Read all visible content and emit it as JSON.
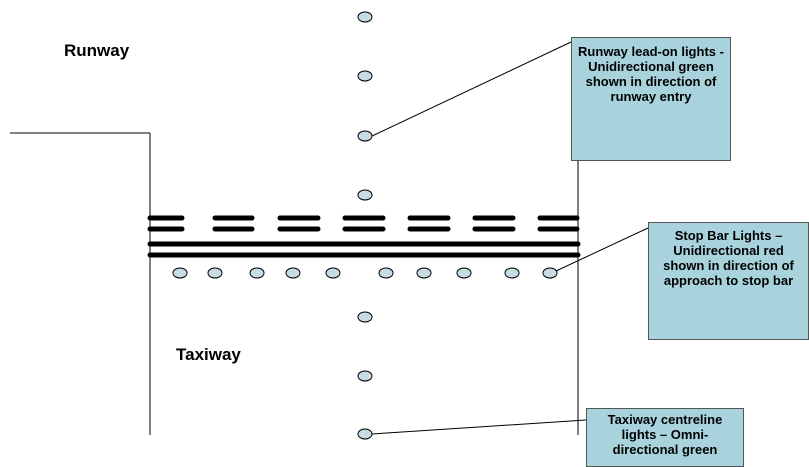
{
  "labels": {
    "runway": "Runway",
    "taxiway": "Taxiway"
  },
  "callouts": {
    "lead_on": "Runway lead-on lights - Unidirectional green shown in direction of runway entry",
    "stop_bar": "Stop Bar Lights – Unidirectional red shown in direction of approach to stop bar",
    "centreline": "Taxiway centreline lights – Omni-directional green"
  },
  "colors": {
    "light_fill": "#c8dce6",
    "callout_fill": "#a8d3dc",
    "line": "#000000"
  }
}
